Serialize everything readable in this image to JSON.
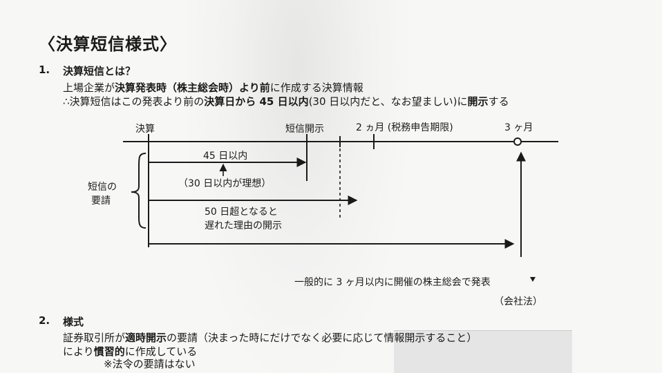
{
  "title": "〈決算短信様式〉",
  "section1": {
    "number": "1.",
    "heading": "決算短信とは？",
    "line1": {
      "a": "上場企業が",
      "b": "決算発表時（株主総会時）より前",
      "c": "に作成する決算情報"
    },
    "line2": {
      "a": "∴決算短信はこの発表より前の",
      "b": "決算日から 45 日以内",
      "c": "(30 日以内だと、なお望ましい)に",
      "d": "開示",
      "e": "する"
    }
  },
  "diagram": {
    "label_kessan": "決算",
    "label_tanshin": "短信開示",
    "label_2months": "2 ヵ月 (税務申告期限)",
    "label_3months": "3 ヶ月",
    "label_45days": "45 日以内",
    "label_30days": "（30 日以内が理想）",
    "label_request_line1": "短信の",
    "label_request_line2": "要請",
    "label_50days_line1": "50 日超となると",
    "label_50days_line2": "遅れた理由の開示",
    "label_agm": "一般的に 3 ヶ月以内に開催の株主総会で発表",
    "label_company_law": "（会社法）"
  },
  "section2": {
    "number": "2.",
    "heading": "様式",
    "line1": {
      "a": "証券取引所が",
      "b": "適時開示",
      "c": "の要請（決まった時にだけでなく必要に応じて情報開示すること）"
    },
    "line2": {
      "a": "により",
      "b": "慣習的",
      "c": "に作成している"
    },
    "line3": "※法令の要請はない"
  }
}
